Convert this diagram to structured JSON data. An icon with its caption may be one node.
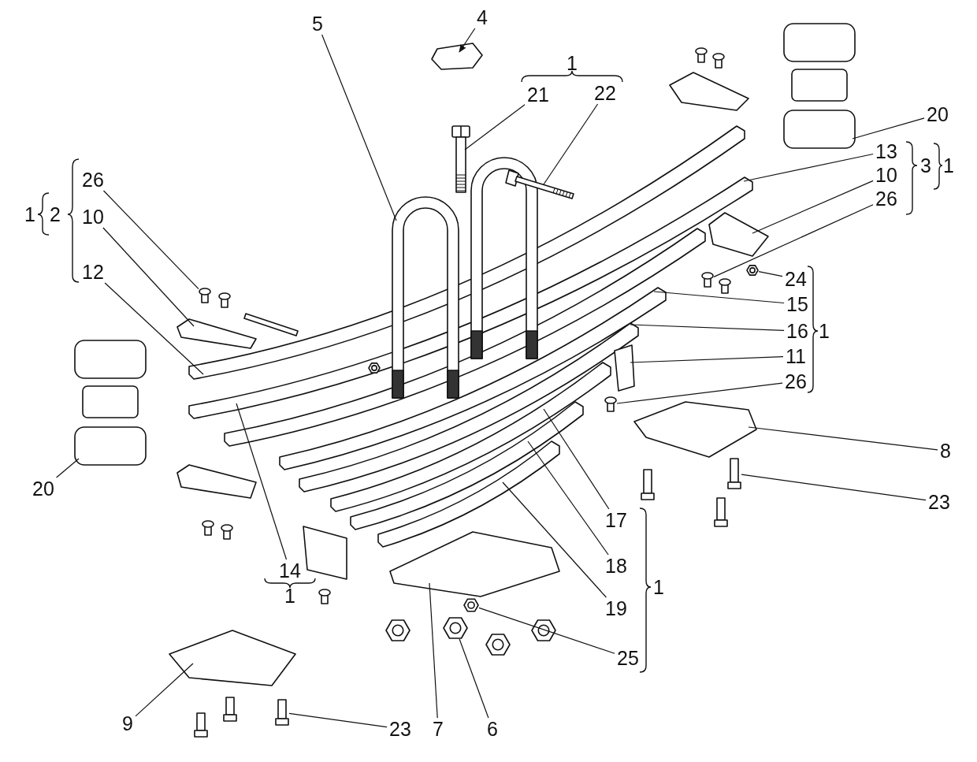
{
  "diagram": {
    "nodes": [
      {
        "text": [
          "5"
        ]
      },
      {
        "text": [
          "4"
        ]
      },
      {
        "text": [
          "21"
        ]
      },
      {
        "text": [
          "22"
        ]
      },
      {
        "text": [
          "20"
        ]
      },
      {
        "text": [
          "13"
        ]
      },
      {
        "text": [
          "10"
        ]
      },
      {
        "text": [
          "26"
        ]
      },
      {
        "text": [
          "24"
        ]
      },
      {
        "text": [
          "15"
        ]
      },
      {
        "text": [
          "16"
        ]
      },
      {
        "text": [
          "11"
        ]
      },
      {
        "text": [
          "26"
        ]
      },
      {
        "text": [
          "8"
        ]
      },
      {
        "text": [
          "23"
        ]
      },
      {
        "text": [
          "17"
        ]
      },
      {
        "text": [
          "18"
        ]
      },
      {
        "text": [
          "19"
        ]
      },
      {
        "text": [
          "25"
        ]
      },
      {
        "text": [
          "6"
        ]
      },
      {
        "text": [
          "7"
        ]
      },
      {
        "text": [
          "23"
        ]
      },
      {
        "text": [
          "9"
        ]
      },
      {
        "text": [
          "20"
        ]
      },
      {
        "text": [
          "14"
        ]
      },
      {
        "text": [
          "12"
        ]
      },
      {
        "text": [
          "10"
        ]
      },
      {
        "text": [
          "26"
        ]
      },
      {
        "text": [],
        "shape": "picture"
      },
      {
        "text": [],
        "shape": "picture"
      },
      {
        "text": [],
        "shape": "picture"
      },
      {
        "text": [],
        "shape": "picture"
      },
      {
        "text": [],
        "shape": "picture"
      },
      {
        "text": [],
        "shape": "picture"
      },
      {
        "text": [],
        "shape": "picture"
      },
      {
        "text": [],
        "shape": "picture"
      },
      {
        "text": [],
        "shape": "picture"
      },
      {
        "text": [],
        "shape": "picture"
      },
      {
        "text": [],
        "shape": "picture"
      },
      {
        "text": [],
        "shape": "picture"
      },
      {
        "text": [],
        "shape": "picture"
      },
      {
        "text": [],
        "shape": "picture"
      },
      {
        "text": [],
        "shape": "picture"
      },
      {
        "text": [],
        "shape": "picture"
      },
      {
        "text": [],
        "shape": "picture"
      },
      {
        "text": [],
        "shape": "picture"
      },
      {
        "text": [],
        "shape": "picture"
      },
      {
        "text": [],
        "shape": "picture"
      },
      {
        "text": [],
        "shape": "picture"
      },
      {
        "text": [],
        "shape": "picture"
      },
      {
        "text": [],
        "shape": "picture"
      },
      {
        "text": [],
        "shape": "picture"
      },
      {
        "text": [],
        "shape": "picture"
      },
      {
        "text": [],
        "shape": "picture"
      },
      {
        "text": [],
        "shape": "picture"
      }
    ],
    "edges": [
      {
        "from": 0,
        "to": 36,
        "arrow": "none"
      },
      {
        "from": 1,
        "to": 37,
        "arrow": "to"
      },
      {
        "from": 2,
        "to": 38,
        "arrow": "none"
      },
      {
        "from": 3,
        "to": 39,
        "arrow": "none"
      },
      {
        "from": 4,
        "to": 40,
        "arrow": "none"
      },
      {
        "from": 5,
        "to": 41,
        "arrow": "none"
      },
      {
        "from": 6,
        "to": 42,
        "arrow": "none"
      },
      {
        "from": 7,
        "to": 28,
        "arrow": "none"
      },
      {
        "from": 8,
        "to": 29,
        "arrow": "none"
      },
      {
        "from": 9,
        "to": 43,
        "arrow": "none"
      },
      {
        "from": 10,
        "to": 44,
        "arrow": "none"
      },
      {
        "from": 11,
        "to": 45,
        "arrow": "none"
      },
      {
        "from": 12,
        "to": 30,
        "arrow": "none"
      },
      {
        "from": 13,
        "to": 46,
        "arrow": "none"
      },
      {
        "from": 14,
        "to": 31,
        "arrow": "none"
      },
      {
        "from": 15,
        "to": 47,
        "arrow": "none"
      },
      {
        "from": 16,
        "to": 48,
        "arrow": "none"
      },
      {
        "from": 17,
        "to": 49,
        "arrow": "none"
      },
      {
        "from": 18,
        "to": 32,
        "arrow": "none"
      },
      {
        "from": 19,
        "to": 33,
        "arrow": "none"
      },
      {
        "from": 20,
        "to": 50,
        "arrow": "none"
      },
      {
        "from": 21,
        "to": 34,
        "arrow": "none"
      },
      {
        "from": 22,
        "to": 51,
        "arrow": "none"
      },
      {
        "from": 23,
        "to": 52,
        "arrow": "none"
      },
      {
        "from": 24,
        "to": 41,
        "arrow": "none"
      },
      {
        "from": 25,
        "to": 53,
        "arrow": "none"
      },
      {
        "from": 26,
        "to": 54,
        "arrow": "none"
      },
      {
        "from": 27,
        "to": 35,
        "arrow": "none"
      }
    ],
    "labels": [
      "1",
      "1",
      "2",
      "3",
      "1",
      "1",
      "1",
      "1"
    ]
  }
}
